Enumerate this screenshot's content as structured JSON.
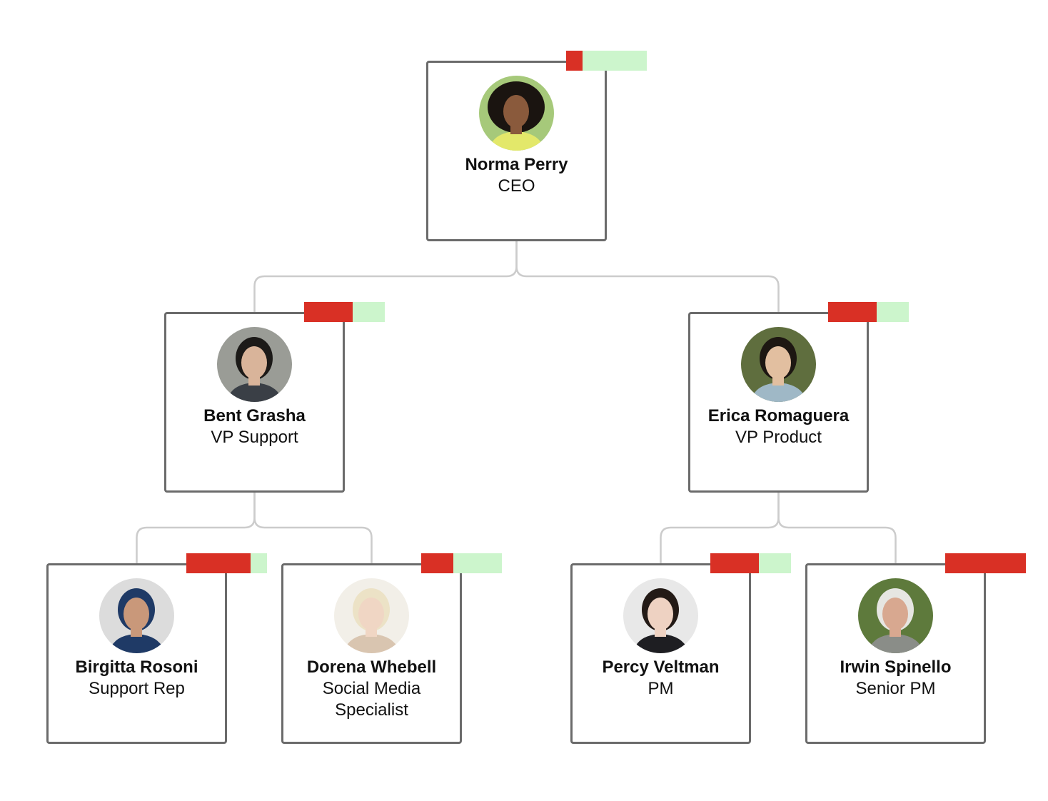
{
  "colors": {
    "progress": "#d93025",
    "track": "#ccf5cc",
    "border": "#6b6b6b",
    "link": "#cccccc"
  },
  "people": [
    {
      "id": "norma",
      "name": "Norma Perry",
      "title": "CEO",
      "progress": 0.2,
      "parent": null,
      "skin": "#8a5a3c",
      "hair": "#1a1410",
      "bg": "#a6c97a",
      "shirt": "#e3e86a"
    },
    {
      "id": "bent",
      "name": "Bent Grasha",
      "title": "VP Support",
      "progress": 0.6,
      "parent": "norma",
      "skin": "#d9b49a",
      "hair": "#1c1a18",
      "bg": "#9a9c96",
      "shirt": "#3a3f46"
    },
    {
      "id": "erica",
      "name": "Erica Romaguera",
      "title": "VP Product",
      "progress": 0.6,
      "parent": "norma",
      "skin": "#e2bfa0",
      "hair": "#1d1712",
      "bg": "#5f6e3e",
      "shirt": "#9fb8c6"
    },
    {
      "id": "birgitta",
      "name": "Birgitta Rosoni",
      "title": "Support Rep",
      "progress": 0.8,
      "parent": "bent",
      "skin": "#c9987a",
      "hair": "#1f3a66",
      "bg": "#dcdcdc",
      "shirt": "#1f3a66"
    },
    {
      "id": "dorena",
      "name": "Dorena Whebell",
      "title": "Social Media Specialist",
      "progress": 0.4,
      "parent": "bent",
      "skin": "#f0d6c4",
      "hair": "#ece2c6",
      "bg": "#f2efe8",
      "shirt": "#d9c5b0"
    },
    {
      "id": "percy",
      "name": "Percy Veltman",
      "title": "PM",
      "progress": 0.6,
      "parent": "erica",
      "skin": "#eed2c2",
      "hair": "#231a16",
      "bg": "#e8e8e8",
      "shirt": "#1e1e22"
    },
    {
      "id": "irwin",
      "name": "Irwin Spinello",
      "title": "Senior PM",
      "progress": 1.0,
      "parent": "erica",
      "skin": "#d8a890",
      "hair": "#e6e6e2",
      "bg": "#5e7a3c",
      "shirt": "#8a8d88"
    }
  ]
}
